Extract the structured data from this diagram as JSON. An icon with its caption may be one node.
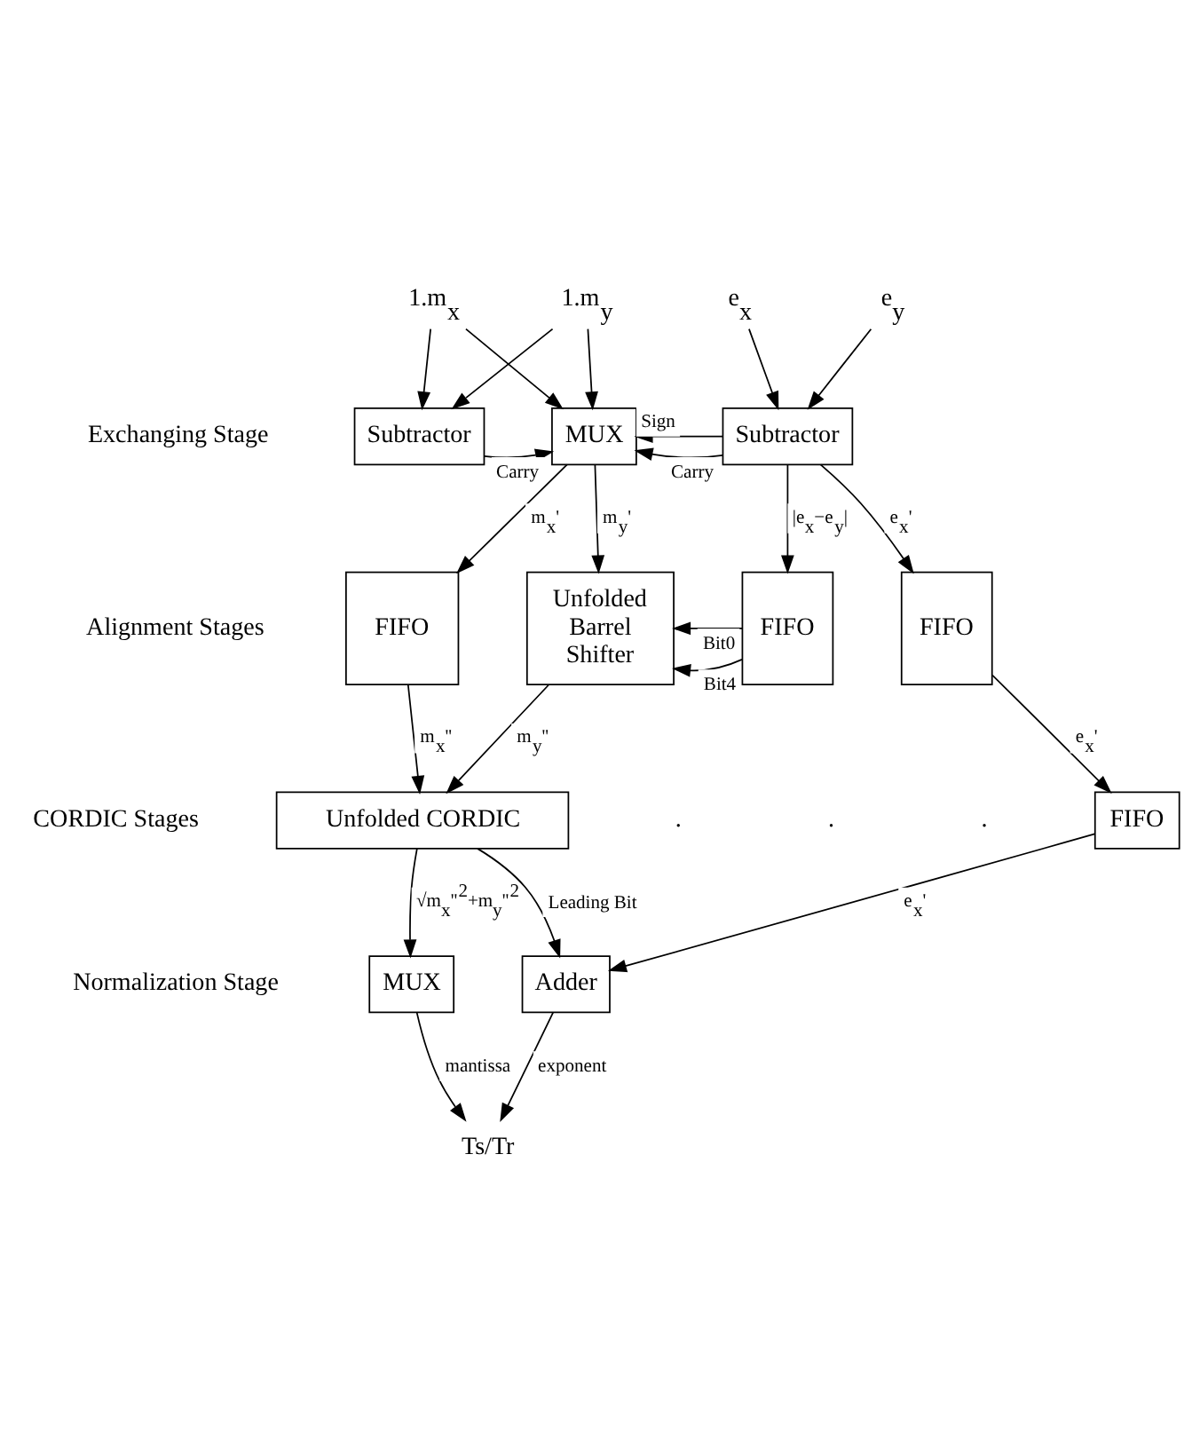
{
  "diagram": {
    "nodes": [
      {
        "text": [
          "1.m$_{x}$"
        ]
      },
      {
        "text": [
          "1.m$_{y}$"
        ]
      },
      {
        "text": [
          "e$_{x}$"
        ]
      },
      {
        "text": [
          "e$_{y}$"
        ]
      },
      {
        "text": [
          "Subtractor"
        ]
      },
      {
        "text": [
          "MUX"
        ]
      },
      {
        "text": [
          "Subtractor"
        ]
      },
      {
        "text": [
          "FIFO"
        ]
      },
      {
        "text": [
          "Unfolded Barrel Shifter"
        ]
      },
      {
        "text": [
          "FIFO"
        ]
      },
      {
        "text": [
          "FIFO"
        ]
      },
      {
        "text": [
          "Unfolded CORDIC"
        ]
      },
      {
        "text": [
          "FIFO"
        ]
      },
      {
        "text": [
          "MUX"
        ]
      },
      {
        "text": [
          "Adder"
        ]
      },
      {
        "text": [
          "Ts/Tr"
        ]
      }
    ],
    "edges": [
      {
        "from": 0,
        "to": 4,
        "arrow": "to"
      },
      {
        "from": 1,
        "to": 4,
        "arrow": "to"
      },
      {
        "from": 0,
        "to": 5,
        "arrow": "to"
      },
      {
        "from": 1,
        "to": 5,
        "arrow": "to"
      },
      {
        "from": 2,
        "to": 6,
        "arrow": "to"
      },
      {
        "from": 3,
        "to": 6,
        "arrow": "to"
      },
      {
        "from": 4,
        "to": 5,
        "arrow": "to",
        "label": "Carry"
      },
      {
        "from": 6,
        "to": 5,
        "arrow": "to",
        "label": "Carry"
      },
      {
        "from": 6,
        "to": 5,
        "arrow": "to",
        "label": "Sign"
      },
      {
        "from": 5,
        "to": 7,
        "arrow": "to",
        "label": "m$_{x}$'"
      },
      {
        "from": 5,
        "to": 8,
        "arrow": "to",
        "label": "m$_{y}$'"
      },
      {
        "from": 6,
        "to": 9,
        "arrow": "to",
        "label": "|e$_{x}$−e$_{y}$|"
      },
      {
        "from": 6,
        "to": 10,
        "arrow": "to",
        "label": "e$_{x}$'"
      },
      {
        "from": 9,
        "to": 8,
        "arrow": "to",
        "label": "Bit4"
      },
      {
        "from": 9,
        "to": 8,
        "arrow": "to",
        "label": "Bit0"
      },
      {
        "from": 7,
        "to": 11,
        "arrow": "to",
        "label": "m$_{x}$''"
      },
      {
        "from": 8,
        "to": 11,
        "arrow": "to",
        "label": "m$_{y}$''"
      },
      {
        "from": 10,
        "to": 12,
        "arrow": "to",
        "label": "e$_{x}$'"
      },
      {
        "from": 11,
        "to": 13,
        "arrow": "to",
        "label": "√m$_{x}$''$^{2}$+m$_{y}$''$^{2}$"
      },
      {
        "from": 11,
        "to": 14,
        "arrow": "to",
        "label": "Leading Bit"
      },
      {
        "from": 12,
        "to": 14,
        "arrow": "to",
        "label": "e$_{x}$'"
      },
      {
        "from": 13,
        "to": 15,
        "arrow": "to",
        "label": "mantissa"
      },
      {
        "from": 14,
        "to": 15,
        "arrow": "to",
        "label": "exponent"
      }
    ],
    "labels": [
      "Exchanging Stage",
      "Alignment Stages",
      ".",
      ".",
      ".",
      "CORDIC Stages",
      "Normalization Stage"
    ]
  }
}
